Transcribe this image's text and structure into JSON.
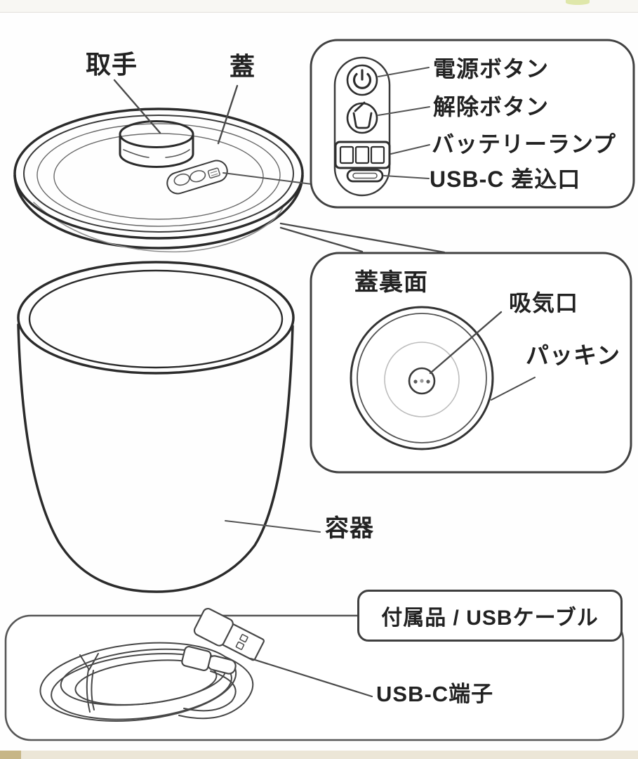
{
  "colors": {
    "background": "#fefefe",
    "line_art": "#2b2b2b",
    "panel_border": "#424242",
    "leader_line": "#555555",
    "top_strip": "#f8f7f3",
    "bottom_strip": "#ece6d7",
    "bottom_corner_accent": "#c7b686",
    "green_blob": "#dbe49c"
  },
  "lid": {
    "handle_label": "取手",
    "lid_label": "蓋"
  },
  "control_panel": {
    "items": [
      {
        "icon": "power-icon",
        "label": "電源ボタン"
      },
      {
        "icon": "release-icon",
        "label": "解除ボタン"
      },
      {
        "icon": "battery-lamp-icon",
        "label": "バッテリーランプ"
      },
      {
        "icon": "usbc-port-icon",
        "label": "USB-C 差込口"
      }
    ]
  },
  "lid_back": {
    "title": "蓋裏面",
    "air_intake_label": "吸気口",
    "packing_label": "パッキン"
  },
  "container": {
    "label": "容器"
  },
  "accessories": {
    "title": "付属品 / USBケーブル",
    "terminal_label": "USB-C端子"
  }
}
